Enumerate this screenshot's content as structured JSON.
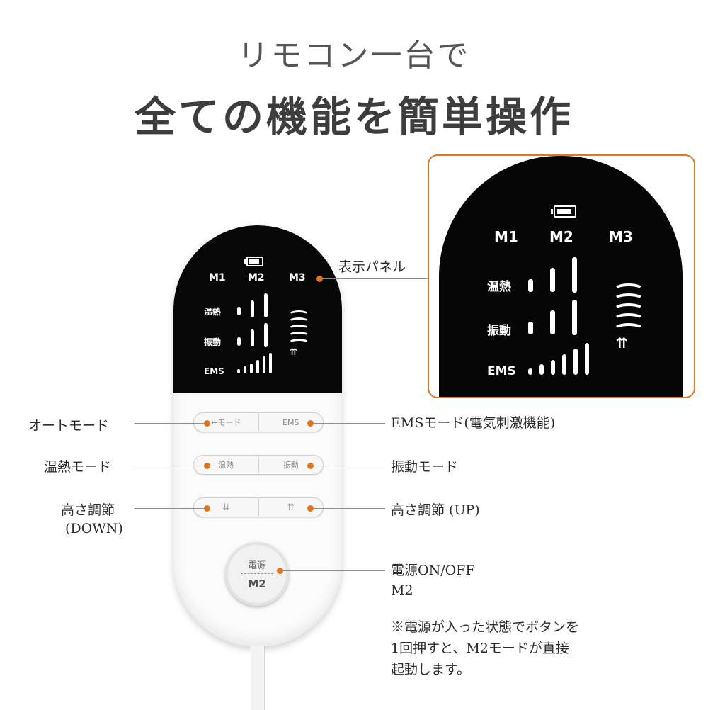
{
  "header": {
    "subtitle": "リモコン一台で",
    "title": "全ての機能を簡単操作"
  },
  "lcd": {
    "modes": [
      "M1",
      "M2",
      "M3"
    ],
    "heat": "温熱",
    "vibe": "振動",
    "ems": "EMS"
  },
  "remote": {
    "buttons": {
      "mode": "モード",
      "ems": "EMS",
      "heat": "温熱",
      "vibe": "振動",
      "power_top": "電源",
      "power_bottom": "M2"
    }
  },
  "callouts": {
    "display": "表示パネル",
    "auto_mode": "オートモード",
    "ems_mode": "EMSモード(電気刺激機能)",
    "heat_mode": "温熱モード",
    "vibe_mode": "振動モード",
    "down_1": "高さ調節",
    "down_2": "(DOWN)",
    "up": "高さ調節 (UP)",
    "power_1": "電源ON/OFF",
    "power_2": "M2"
  },
  "note": {
    "line1": "※電源が入った状態でボタンを",
    "line2": "1回押すと、M2モードが直接",
    "line3": "起動します。"
  },
  "colors": {
    "accent": "#e0761d",
    "screen": "#070707"
  }
}
